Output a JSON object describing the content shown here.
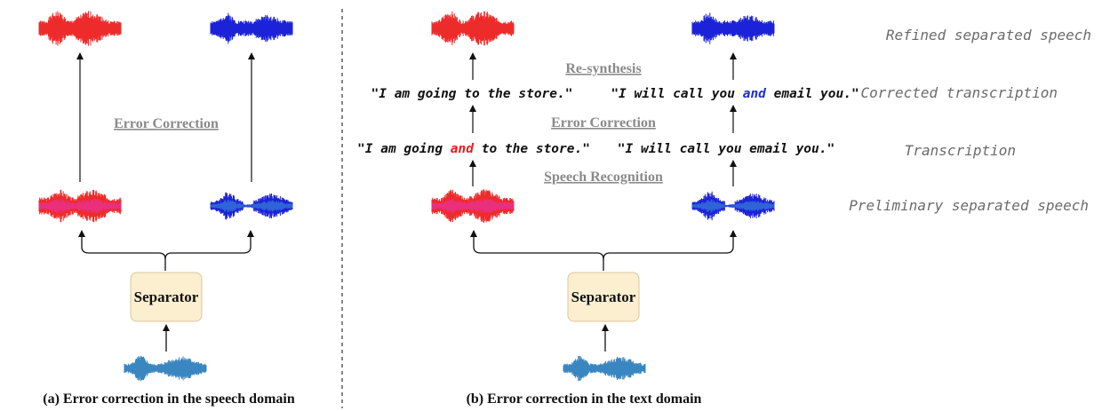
{
  "colors": {
    "speaker1": "#ee2b2b",
    "speaker1_mixed": "#ea2f7c",
    "speaker2": "#1c22d8",
    "speaker2_mixed": "#2f64d8",
    "mixture": "#3a86c0",
    "insert_word": "#e81c1c",
    "corrected_word": "#1f2fd0",
    "separator_fill": "#fbefcf",
    "separator_stroke": "#d8c79b"
  },
  "panel_a": {
    "stage_label": "Error Correction",
    "separator_label": "Separator",
    "caption": "(a) Error correction in the speech domain"
  },
  "panel_b": {
    "resynthesis_label": "Re-synthesis",
    "error_correction_label": "Error Correction",
    "speech_recognition_label": "Speech Recognition",
    "separator_label": "Separator",
    "caption": "(b) Error correction in the text domain",
    "corrected_1": "\"I am going to the store.\"",
    "corrected_2_before": "\"I will call you ",
    "corrected_2_word": "and",
    "corrected_2_after": " email you.\"",
    "transcription_1_before": "\"I am going ",
    "transcription_1_word": "and",
    "transcription_1_after": " to the store.\"",
    "transcription_2": "\"I will call you email you.\""
  },
  "row_labels": {
    "refined": "Refined separated speech",
    "corrected": "Corrected transcription",
    "transcription": "Transcription",
    "preliminary": "Preliminary separated speech"
  }
}
